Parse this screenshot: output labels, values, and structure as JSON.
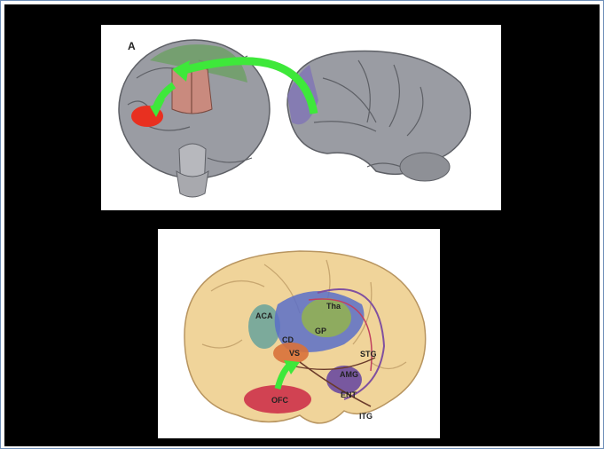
{
  "panel_top": {
    "letter": "A"
  },
  "panel_bottom": {
    "labels": {
      "aca": "ACA",
      "tha": "Tha",
      "cd": "CD",
      "gp": "GP",
      "vs": "VS",
      "stg": "STG",
      "amg": "AMG",
      "ent": "ENT",
      "ofc": "OFC",
      "itg": "ITG"
    }
  },
  "colors": {
    "slide_background": "#000000",
    "border": "#6f8fb8",
    "brain_gray": "#9a9ca3",
    "arrow_green": "#3ee83a",
    "frontal_red": "#e83020",
    "orbital_pink": "#c98a7e",
    "temporal_purple": "#7f74b5",
    "brain_tan": "#f0d49a",
    "ofc_red": "#cf3a4e",
    "striatum_blue": "#5a6fc8",
    "thalamus_green": "#8fae5a",
    "amygdala_purple": "#6a4aa0"
  }
}
